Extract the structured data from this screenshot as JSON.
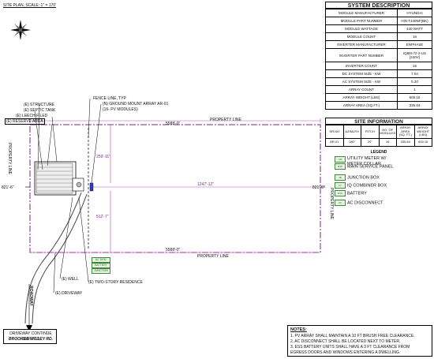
{
  "site_plan": {
    "scale_label": "SITE PLAN, SCALE: 1\" = 170'",
    "labels": {
      "structure": "(E) STRUCTURE",
      "septic": "(E) SEPTIC TANK",
      "leech": "(E) LEECH FILED",
      "reserve": "(E) RESERVE AREA",
      "fence": "FENCE LINE, TYP.",
      "array": "(N) GROUND MOUNT ARRAY AR-01",
      "array_sub": "(16- PV MODULES)",
      "well": "(E) WELL",
      "residence": "(E) TWO-STORY RESIDENCE",
      "driveway": "(E) DRIVEWAY",
      "prop_line_top": "PROPERTY LINE",
      "prop_line_bottom": "PROPERTY LINE",
      "prop_line_left": "PROPERTY LINE",
      "prop_line_right": "PROPERTY LINE",
      "dim_top": "5588'-0\"",
      "dim_bottom": "5588'-0\"",
      "dim_mid": "1247'-12\"",
      "dim_upper": "259'-11\"",
      "dim_lower": "512'-7\"",
      "left_dim": "821'-6\"",
      "right_dim": "821'-6\"",
      "roadway": "ROADWAY",
      "drive_note_1": "DRIVEWAY CONTINUE 604FT TO",
      "drive_note_2": "BROOKES VALLEY RD.",
      "eq1": "AC DISC",
      "eq2": "BATTERY",
      "eq3": "JUNCTION"
    }
  },
  "system_description": {
    "title": "SYSTEM DESCRIPTION",
    "rows": [
      [
        "MODULE MANUFACTURER",
        "HYUNDAI"
      ],
      [
        "MODULE PART NUMBER",
        "HiN-T440NF(BK)"
      ],
      [
        "MODULE WATTAGE",
        "440 WATT"
      ],
      [
        "MODULE COUNT",
        "16"
      ],
      [
        "INVERTER MANUFACTURER",
        "ENPHASE"
      ],
      [
        "INVERTER PART NUMBER",
        "IQ8M-72-2-US [240V]"
      ],
      [
        "INVERTER COUNT",
        "16"
      ],
      [
        "DC SYSTEM SIZE - KW",
        "7.04"
      ],
      [
        "AC SYSTEM SIZE - KW",
        "5.20"
      ],
      [
        "ARRAY COUNT",
        "1"
      ],
      [
        "ARRAY WEIGHT (LBS)",
        "600.16"
      ],
      [
        "ARRAY AREA (SQ.FT.)",
        "335.84"
      ]
    ]
  },
  "site_information": {
    "title": "SITE INFORMATION",
    "headers": [
      "SR.NO",
      "AZIMUTH",
      "PITCH",
      "NO. OF MODULES",
      "ARRAY AREA (SQ. FT.)",
      "ARRAY WEIGHT (LBS)"
    ],
    "row": [
      "AR-01",
      "180°",
      "20°",
      "16",
      "335.84",
      "600.16"
    ]
  },
  "legend": {
    "title": "LEGEND",
    "items": [
      {
        "code": "UM",
        "label": "UTILITY METER W/ METER COLLAR"
      },
      {
        "code": "MSP",
        "label": "MAIN SERVICE PANEL"
      },
      {
        "code": "JB",
        "label": "JUNCTION BOX"
      },
      {
        "code": "IQ",
        "label": "IQ COMBINER BOX"
      },
      {
        "code": "ESS",
        "label": "BATTERY"
      },
      {
        "code": "AC",
        "label": "AC DISCONNECT"
      }
    ]
  },
  "notes": {
    "title": "NOTES:",
    "items": [
      "1.   PV ARRAY SHALL MAINTAIN A 10 FT BRUSH FREE CLEARANCE.",
      "2.   AC DISCONNECT SHALL BE LOCATED NEXT TO METER.",
      "3.   ESS BATTERY UNITS SHALL HAVE A 3 FT CLEARANCE FROM",
      "     EGRESS DOORS AND WINDOWS ENTERING A DWELLING."
    ]
  },
  "colors": {
    "property_line": "#7a2a8a",
    "dims": "#b04ab8",
    "equipment": "#3a8a3a",
    "line": "#000000"
  }
}
